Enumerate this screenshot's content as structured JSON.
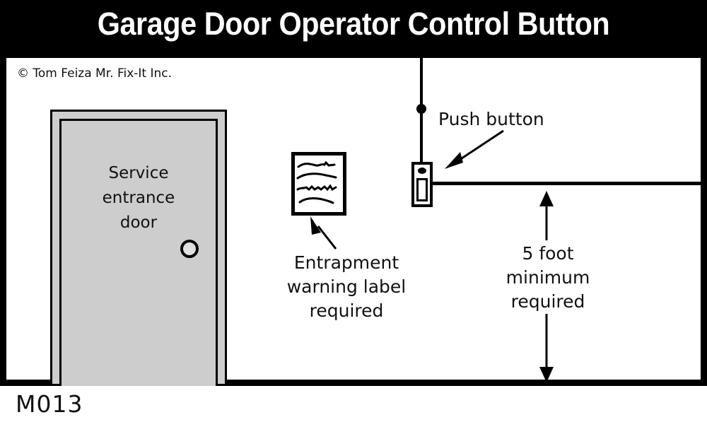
{
  "header": {
    "title": "Garage Door Operator Control Button"
  },
  "illustration": {
    "copyright": "© Tom Feiza Mr. Fix-It Inc.",
    "door": {
      "label": "Service\nentrance\ndoor",
      "label_lines": [
        "Service",
        "entrance",
        "door"
      ],
      "knob_name": "doorknob",
      "fill_color": "#cdcdcd",
      "outline_color": "#000000"
    },
    "warning_label": {
      "name": "entrapment-warning-label",
      "fill_color": "#ffffff",
      "outline_color": "#000000",
      "squiggle_count": 4
    },
    "push_button": {
      "name": "garage-door-push-button",
      "callout": "Push button",
      "wire_name": "ceiling-wire"
    },
    "annotations": {
      "entrapment": "Entrapment\nwarning label\nrequired",
      "entrapment_lines": [
        "Entrapment",
        "warning label",
        "required"
      ],
      "dimension": "5 foot\nminimum\nrequired",
      "dimension_lines": [
        "5 foot",
        "minimum",
        "required"
      ],
      "dimension_value": "5 foot",
      "dimension_qualifier": "minimum required"
    },
    "wall_line_name": "wall-reference-line"
  },
  "footer": {
    "code": "M013"
  },
  "colors": {
    "title_bar_background": "#000000",
    "title_text": "#ffffff",
    "line": "#000000",
    "door_fill": "#cdcdcd",
    "page_background": "#ffffff"
  }
}
